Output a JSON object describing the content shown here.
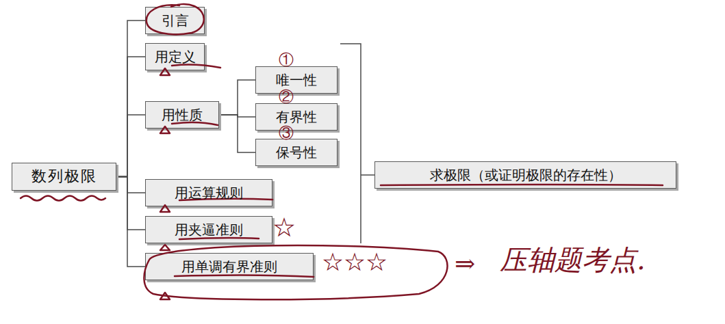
{
  "diagram": {
    "nodes": [
      {
        "text": [
          "数列极限"
        ]
      },
      {
        "text": [
          "引言"
        ]
      },
      {
        "text": [
          "用定义"
        ]
      },
      {
        "text": [
          "用性质"
        ]
      },
      {
        "text": [
          "唯一性"
        ]
      },
      {
        "text": [
          "有界性"
        ]
      },
      {
        "text": [
          "保号性"
        ]
      },
      {
        "text": [
          "用运算规则"
        ]
      },
      {
        "text": [
          "用夹逼准则"
        ]
      },
      {
        "text": [
          "用单调有界准则"
        ]
      },
      {
        "text": [
          "求极限（或证明极限的存在性）"
        ]
      }
    ],
    "edges": [
      {
        "from": 0,
        "to": 1,
        "arrow": "none"
      },
      {
        "from": 0,
        "to": 2,
        "arrow": "none"
      },
      {
        "from": 0,
        "to": 3,
        "arrow": "none"
      },
      {
        "from": 0,
        "to": 7,
        "arrow": "none"
      },
      {
        "from": 0,
        "to": 8,
        "arrow": "none"
      },
      {
        "from": 0,
        "to": 9,
        "arrow": "none"
      },
      {
        "from": 3,
        "to": 4,
        "arrow": "none"
      },
      {
        "from": 3,
        "to": 5,
        "arrow": "none"
      },
      {
        "from": 3,
        "to": 6,
        "arrow": "none"
      }
    ],
    "labels": [
      "①",
      "②",
      "③",
      "☆",
      "☆☆☆",
      "⇒",
      "压轴题考点."
    ]
  }
}
